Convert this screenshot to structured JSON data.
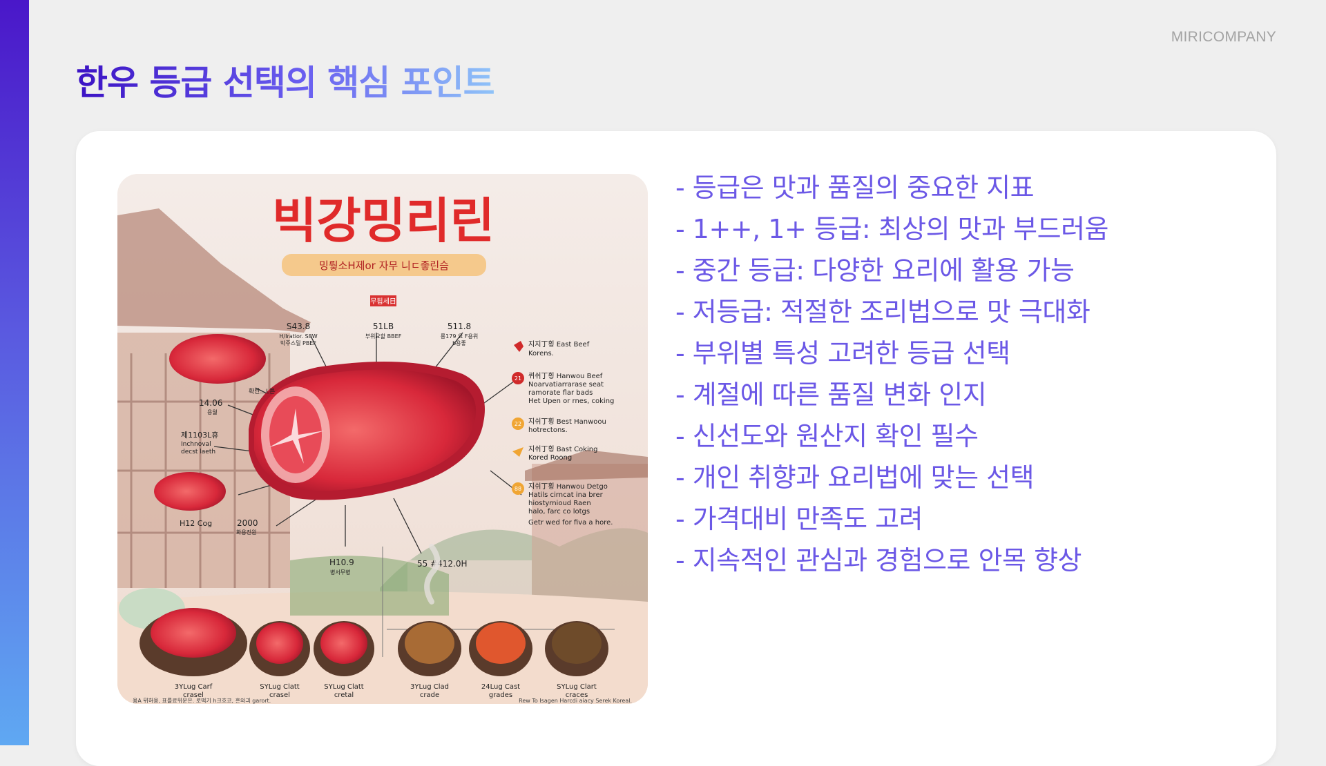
{
  "brand": "MIRICOMPANY",
  "title": "한우 등급 선택의 핵심 포인트",
  "points": [
    "- 등급은 맛과 품질의 중요한 지표",
    "- 1++, 1+ 등급: 최상의 맛과 부드러움",
    "- 중간 등급: 다양한 요리에 활용 가능",
    "- 저등급: 적절한 조리법으로 맛 극대화",
    "- 부위별 특성 고려한 등급 선택",
    "- 계절에 따른 품질 변화 인지",
    "- 신선도와 원산지 확인 필수",
    "- 개인 취향과 요리법에 맞는 선택",
    "- 가격대비 만족도 고려",
    "- 지속적인 관심과 경험으로 안목 향상"
  ],
  "infographic": {
    "headline": "빅강밍리린",
    "banner": "밍뤟소H제or 자무 니ㄷ좋린슴",
    "tag": "무됩세日",
    "callouts": [
      {
        "top": "S43.8",
        "lines": [
          "H/Iratior. S8W",
          "박주스밀 PBEF"
        ]
      },
      {
        "top": "51LB",
        "lines": [
          "부위요할 BBEF"
        ]
      },
      {
        "top": "511.8",
        "lines": [
          "롱179 요 F용위",
          "b용좋"
        ]
      },
      {
        "top": "확란...L튼",
        "lines": []
      },
      {
        "top": "14.06",
        "lines": [
          "용월"
        ]
      },
      {
        "top": "제1103L휴",
        "lines": [
          "Inchnoval",
          "decst laeth"
        ]
      },
      {
        "top": "H12 Cog",
        "lines": []
      },
      {
        "top": "2000",
        "lines": [
          "화용진원"
        ]
      },
      {
        "top": "H10.9",
        "lines": [
          "병서무병"
        ]
      },
      {
        "top": "55 #412.0H",
        "lines": []
      }
    ],
    "legend": [
      {
        "badge": "",
        "lines": [
          "지지丁횡 East Beef",
          "Korens."
        ]
      },
      {
        "badge": "21",
        "lines": [
          "퀴쉬丁횡 Hanwou Beef",
          "Noarvatiarrarase seat",
          "ramorate flar bads",
          "Het Upen or rnes, coking"
        ]
      },
      {
        "badge": "22",
        "lines": [
          "지쉬丁횡 Best Hanwoou",
          "hotrectons."
        ]
      },
      {
        "badge": "",
        "lines": [
          "지쉬丁횡 Bast Coking",
          "Kored Roong"
        ]
      },
      {
        "badge": "88",
        "lines": [
          "지쉬丁횡 Hanwou Detgo",
          "Hatils cirncat ina brer",
          "hiostyrnioud Raen",
          "halo, farc co lotgs",
          "Getr wed for fiva a hore."
        ]
      }
    ],
    "dishes": [
      [
        "3YLug Carf",
        "crasel"
      ],
      [
        "SYLug Clatt",
        "crasel"
      ],
      [
        "SYLug Clatt",
        "cretal"
      ],
      [
        "3YLug Clad",
        "crade"
      ],
      [
        "24Lug Cast",
        "grades"
      ],
      [
        "SYLug Clart",
        "craces"
      ]
    ],
    "footer_left": "용A 뮈혀용, 표를료위운은. 로떡기 h크흐코, 흔와긔 garort.",
    "footer_right": "Rew To Isagen Harcdi aiacy Serek Koreal."
  }
}
